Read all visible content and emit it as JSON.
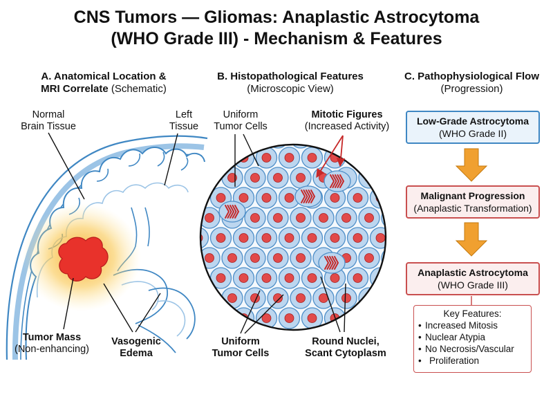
{
  "title": {
    "line1": "CNS Tumors — Gliomas: Anaplastic Astrocytoma",
    "line2": "(WHO Grade III) - Mechanism & Features"
  },
  "section_a": {
    "heading_bold_1": "A. Anatomical Location &",
    "heading_bold_2": "MRI Correlate",
    "heading_normal_2": " (Schematic)",
    "normal_brain_1": "Normal",
    "normal_brain_2": "Brain Tissue",
    "left_tissue_1": "Left",
    "left_tissue_2": "Tissue",
    "tumor_mass": "Tumor Mass",
    "tumor_mass_sub": "(Non-enhancing)",
    "edema_1": "Vasogenic",
    "edema_2": "Edema"
  },
  "section_b": {
    "heading": "B. Histopathological Features",
    "subheading": "(Microscopic View)",
    "uniform_top_1": "Uniform",
    "uniform_top_2": "Tumor Cells",
    "mitotic": "Mitotic Figures",
    "mitotic_sub": "(Increased Activity)",
    "uniform_bottom_1": "Uniform",
    "uniform_bottom_2": "Tumor Cells",
    "round_nuclei_1": "Round Nuclei,",
    "round_nuclei_2": "Scant Cytoplasm"
  },
  "section_c": {
    "heading": "C. Pathophysiological Flow",
    "subheading": "(Progression)",
    "box1_title": "Low-Grade Astrocytoma",
    "box1_sub": "(WHO Grade II)",
    "box2_title": "Malignant Progression",
    "box2_sub": "(Anaplastic Transformation)",
    "box3_title": "Anaplastic Astrocytoma",
    "box3_sub": "(WHO Grade III)",
    "key_title": "Key Features:",
    "key_items": [
      "Increased Mitosis",
      "Nuclear Atypia",
      "No Necrosis/Vascular",
      "Proliferation"
    ]
  },
  "colors": {
    "blue": "#3f87c3",
    "red": "#c94f4f",
    "tumor": "#e8322b",
    "cell": "#bcd6ef",
    "nucleus": "#e14a4a",
    "arrow": "#f0a030"
  }
}
